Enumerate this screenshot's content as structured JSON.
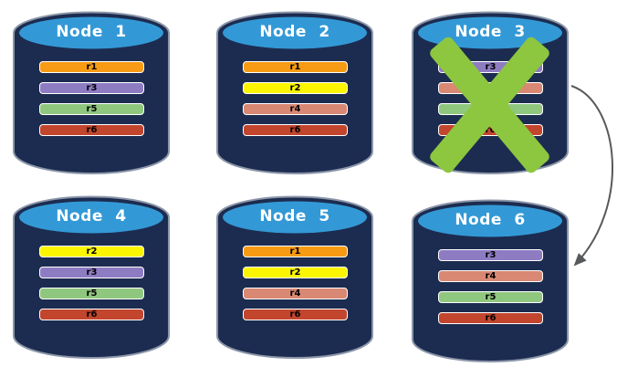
{
  "colors": {
    "cylinder_body": "#1C2C50",
    "cylinder_top": "#3399D6",
    "cylinder_outline": "#8B96A9",
    "bar_border": "#FFFFFF",
    "bar_text": "#000000",
    "node_label": "#FFFFFF",
    "failure_x": "#8DC63F",
    "arrow": "#58595B",
    "replicas": {
      "r1": "#F79B14",
      "r2": "#FBF600",
      "r3": "#8E7CC3",
      "r4": "#D98873",
      "r5": "#90C77E",
      "r6": "#C2452E"
    }
  },
  "nodes": [
    {
      "label": "Node 1",
      "replicas": [
        "r1",
        "r3",
        "r5",
        "r6"
      ],
      "failed": false
    },
    {
      "label": "Node 2",
      "replicas": [
        "r1",
        "r2",
        "r4",
        "r6"
      ],
      "failed": false
    },
    {
      "label": "Node 3",
      "replicas": [
        "r3",
        "r4",
        "r5",
        "r6"
      ],
      "failed": true
    },
    {
      "label": "Node 4",
      "replicas": [
        "r2",
        "r3",
        "r5",
        "r6"
      ],
      "failed": false
    },
    {
      "label": "Node 5",
      "replicas": [
        "r1",
        "r2",
        "r4",
        "r6"
      ],
      "failed": false
    },
    {
      "label": "Node 6",
      "replicas": [
        "r3",
        "r4",
        "r5",
        "r6"
      ],
      "failed": false
    }
  ],
  "arrow": {
    "from": "Node 3",
    "to": "Node 6"
  }
}
